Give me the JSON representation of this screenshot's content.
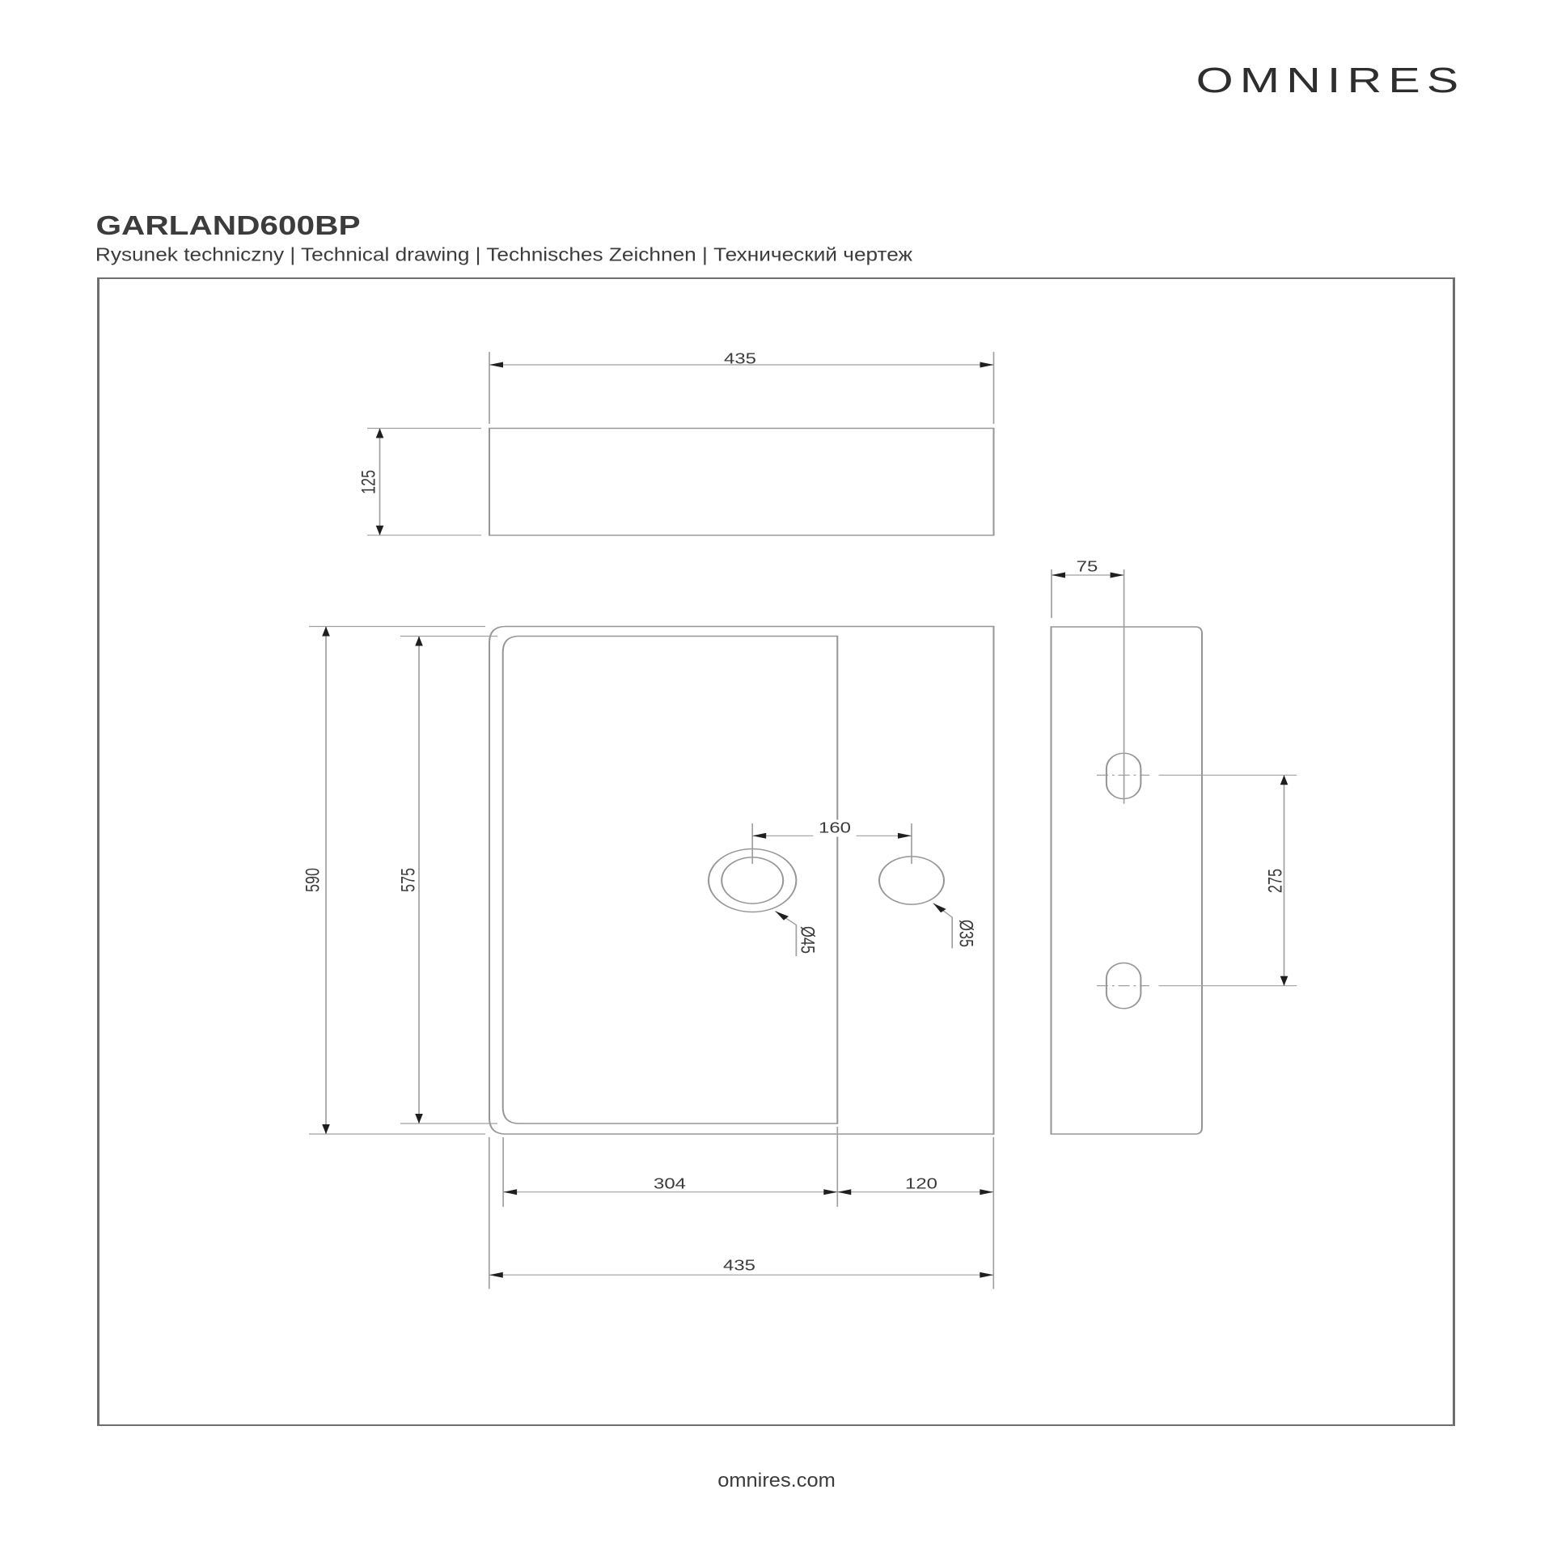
{
  "header": {
    "logo": "OMNIRES",
    "product_code": "GARLAND600BP",
    "subtitle": "Rysunek techniczny | Technical drawing | Technisches Zeichnen | Технический чертеж"
  },
  "footer": {
    "website": "omnires.com"
  },
  "drawing": {
    "dimensions": {
      "top_width": "435",
      "depth": "125",
      "overall_height": "590",
      "basin_height": "575",
      "hole_spacing": "160",
      "drain_hole": "Ø45",
      "tap_hole": "Ø35",
      "basin_width": "304",
      "deck_width": "120",
      "bottom_width": "435",
      "side_depth": "75",
      "slot_spacing": "275"
    },
    "colors": {
      "object_line": "#969696",
      "dimension_line": "#a0a0a0",
      "arrow": "#1f1f1f",
      "dimension_text": "#3b3b3b",
      "frame_border": "#6e6e6e"
    }
  }
}
